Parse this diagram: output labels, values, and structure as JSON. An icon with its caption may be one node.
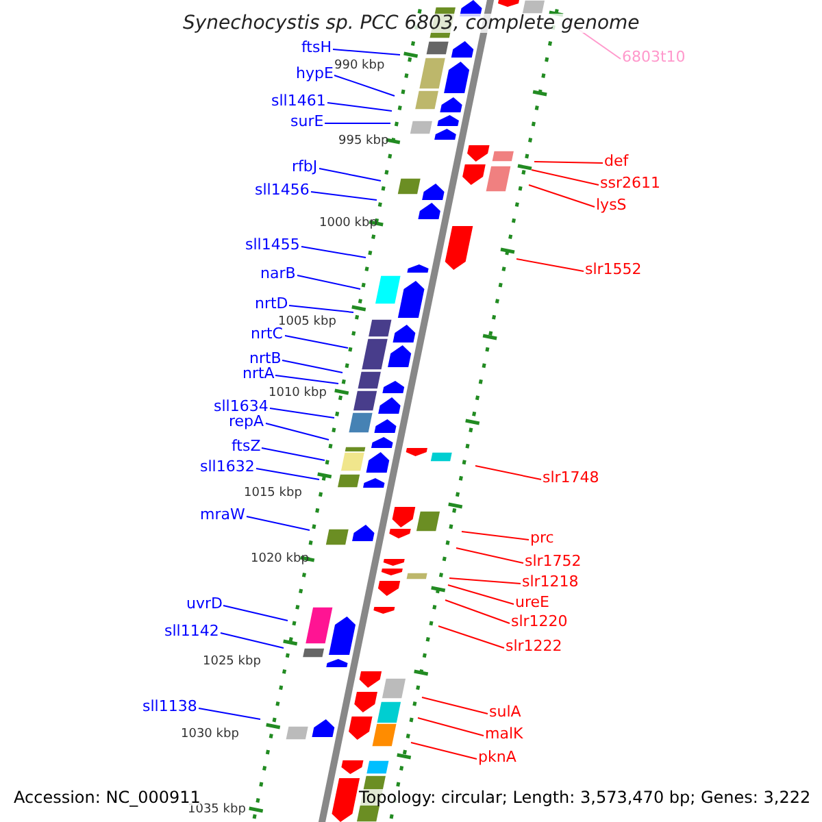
{
  "diagram": {
    "title": "Synechocystis sp. PCC 6803, complete genome",
    "nodes": [
      {
        "text": [
          "ftsH"
        ]
      },
      {
        "text": [
          "hypE"
        ]
      },
      {
        "text": [
          "sll1461"
        ]
      },
      {
        "text": [
          "surE"
        ]
      },
      {
        "text": [
          "rfbJ"
        ]
      },
      {
        "text": [
          "sll1456"
        ]
      },
      {
        "text": [
          "sll1455"
        ]
      },
      {
        "text": [
          "narB"
        ]
      },
      {
        "text": [
          "nrtD"
        ]
      },
      {
        "text": [
          "nrtC"
        ]
      },
      {
        "text": [
          "nrtB"
        ]
      },
      {
        "text": [
          "nrtA"
        ]
      },
      {
        "text": [
          "sll1634"
        ]
      },
      {
        "text": [
          "repA"
        ]
      },
      {
        "text": [
          "ftsZ"
        ]
      },
      {
        "text": [
          "sll1632"
        ]
      },
      {
        "text": [
          "mraW"
        ]
      },
      {
        "text": [
          "uvrD"
        ]
      },
      {
        "text": [
          "sll1142"
        ]
      },
      {
        "text": [
          "sll1138"
        ]
      },
      {
        "text": [
          "6803t10"
        ]
      },
      {
        "text": [
          "def"
        ]
      },
      {
        "text": [
          "ssr2611"
        ]
      },
      {
        "text": [
          "lysS"
        ]
      },
      {
        "text": [
          "slr1552"
        ]
      },
      {
        "text": [
          "slr1748"
        ]
      },
      {
        "text": [
          "prc"
        ]
      },
      {
        "text": [
          "slr1752"
        ]
      },
      {
        "text": [
          "slr1218"
        ]
      },
      {
        "text": [
          "ureE"
        ]
      },
      {
        "text": [
          "slr1220"
        ]
      },
      {
        "text": [
          "slr1222"
        ]
      },
      {
        "text": [
          "sulA"
        ]
      },
      {
        "text": [
          "malK"
        ]
      },
      {
        "text": [
          "pknA"
        ]
      }
    ],
    "edges": [
      {
        "from": 0,
        "to": null,
        "arrow": "none"
      },
      {
        "from": 1,
        "to": null,
        "arrow": "none"
      },
      {
        "from": 2,
        "to": null,
        "arrow": "none"
      },
      {
        "from": 3,
        "to": null,
        "arrow": "none"
      },
      {
        "from": 4,
        "to": null,
        "arrow": "none"
      },
      {
        "from": 5,
        "to": null,
        "arrow": "none"
      },
      {
        "from": 6,
        "to": null,
        "arrow": "none"
      },
      {
        "from": 7,
        "to": null,
        "arrow": "none"
      },
      {
        "from": 8,
        "to": null,
        "arrow": "none"
      },
      {
        "from": 9,
        "to": null,
        "arrow": "none"
      },
      {
        "from": 10,
        "to": null,
        "arrow": "none"
      },
      {
        "from": 11,
        "to": null,
        "arrow": "none"
      },
      {
        "from": 12,
        "to": null,
        "arrow": "none"
      },
      {
        "from": 13,
        "to": null,
        "arrow": "none"
      },
      {
        "from": 14,
        "to": null,
        "arrow": "none"
      },
      {
        "from": 15,
        "to": null,
        "arrow": "none"
      },
      {
        "from": 16,
        "to": null,
        "arrow": "none"
      },
      {
        "from": 17,
        "to": null,
        "arrow": "none"
      },
      {
        "from": 18,
        "to": null,
        "arrow": "none"
      },
      {
        "from": 19,
        "to": null,
        "arrow": "none"
      },
      {
        "from": 20,
        "to": null,
        "arrow": "none",
        "color": "#ff99cc"
      },
      {
        "from": 21,
        "to": null,
        "arrow": "none",
        "color": "#ff0000"
      },
      {
        "from": 22,
        "to": null,
        "arrow": "none",
        "color": "#ff0000"
      },
      {
        "from": 23,
        "to": null,
        "arrow": "none",
        "color": "#ff0000"
      },
      {
        "from": 24,
        "to": null,
        "arrow": "none",
        "color": "#ff0000"
      },
      {
        "from": 25,
        "to": null,
        "arrow": "none",
        "color": "#ff0000"
      },
      {
        "from": 26,
        "to": null,
        "arrow": "none",
        "color": "#ff0000"
      },
      {
        "from": 27,
        "to": null,
        "arrow": "none",
        "color": "#ff0000"
      },
      {
        "from": 28,
        "to": null,
        "arrow": "none",
        "color": "#ff0000"
      },
      {
        "from": 29,
        "to": null,
        "arrow": "none",
        "color": "#ff0000"
      },
      {
        "from": 30,
        "to": null,
        "arrow": "none",
        "color": "#ff0000"
      },
      {
        "from": 31,
        "to": null,
        "arrow": "none",
        "color": "#ff0000"
      },
      {
        "from": 32,
        "to": null,
        "arrow": "none",
        "color": "#ff0000"
      },
      {
        "from": 33,
        "to": null,
        "arrow": "none",
        "color": "#ff0000"
      },
      {
        "from": 34,
        "to": null,
        "arrow": "none",
        "color": "#ff0000"
      }
    ],
    "labels": [
      "990 kbp",
      "995 kbp",
      "1000 kbp",
      "1005 kbp",
      "1010 kbp",
      "1015 kbp",
      "1020 kbp",
      "1025 kbp",
      "1030 kbp",
      "1035 kbp",
      "Accession: NC_000911",
      "Topology: circular; Length: 3,573,470 bp; Genes: 3,222"
    ]
  }
}
